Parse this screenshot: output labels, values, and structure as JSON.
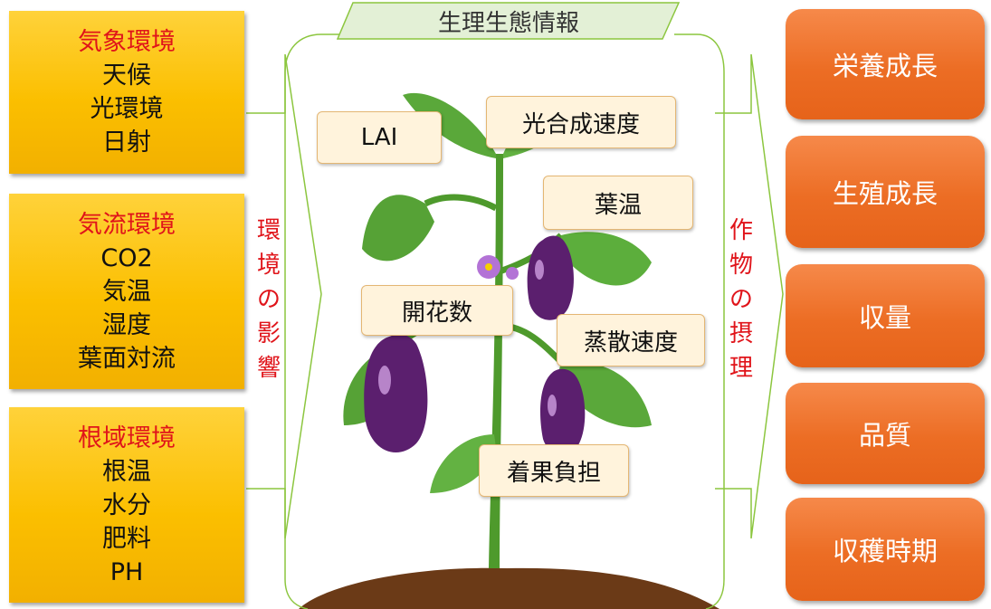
{
  "center_title": "生理生態情報",
  "environment_groups": [
    {
      "title": "気象環境",
      "items": [
        "天候",
        "光環境",
        "日射"
      ]
    },
    {
      "title": "気流環境",
      "items": [
        "CO2",
        "気温",
        "湿度",
        "葉面対流"
      ]
    },
    {
      "title": "根域環境",
      "items": [
        "根温",
        "水分",
        "肥料",
        "PH"
      ]
    }
  ],
  "left_arrow_label": [
    "環",
    "境",
    "の",
    "影",
    "響"
  ],
  "right_arrow_label": [
    "作",
    "物",
    "の",
    "摂",
    "理"
  ],
  "plant_parameters": {
    "lai": "LAI",
    "photosynthesis": "光合成速度",
    "leaf_temp": "葉温",
    "flower_count": "開花数",
    "transpiration": "蒸散速度",
    "fruit_load": "着果負担"
  },
  "outcomes": [
    "栄養成長",
    "生殖成長",
    "収量",
    "品質",
    "収穫時期"
  ],
  "colors": {
    "env_fill": "#fbbf00",
    "env_title": "#e0141a",
    "outcome_fill": "#ec6d24",
    "arrow_line": "#8cc63f",
    "banner_fill": "#e3f0d6",
    "eggplant": "#5b1f6e",
    "leaf": "#5aa83a"
  }
}
